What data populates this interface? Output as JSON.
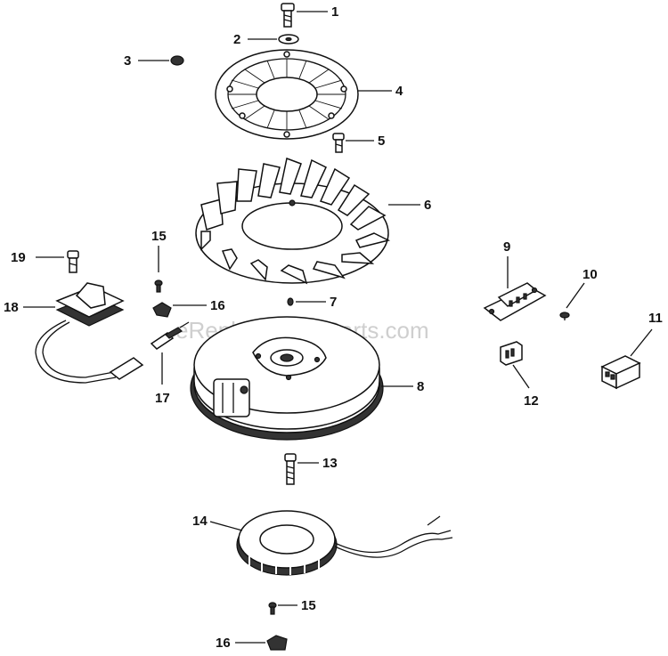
{
  "watermark": "eReplacementParts.com",
  "callouts": {
    "c1": "1",
    "c2": "2",
    "c3": "3",
    "c4": "4",
    "c5": "5",
    "c6": "6",
    "c7": "7",
    "c8": "8",
    "c9": "9",
    "c10": "10",
    "c11": "11",
    "c12": "12",
    "c13": "13",
    "c14": "14",
    "c15a": "15",
    "c15b": "15",
    "c16a": "16",
    "c16b": "16",
    "c17": "17",
    "c18": "18",
    "c19": "19"
  }
}
